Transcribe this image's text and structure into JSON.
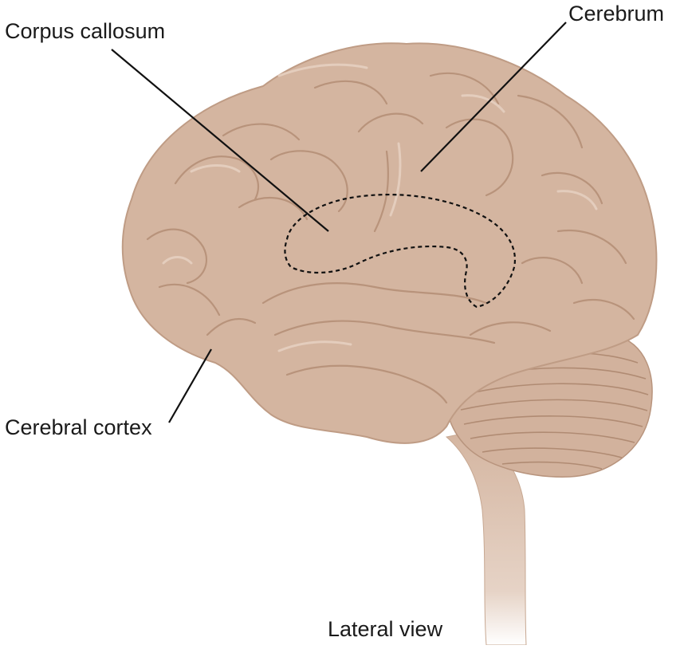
{
  "labels": {
    "corpus_callosum": "Corpus callosum",
    "cerebrum": "Cerebrum",
    "cerebral_cortex": "Cerebral cortex"
  },
  "caption": "Lateral view",
  "colors": {
    "brain_fill": "#d4b5a0",
    "brain_shadow": "#bf9c85",
    "brain_highlight": "#e4cdbd",
    "leader_line": "#111111",
    "text": "#1a1a1a"
  }
}
